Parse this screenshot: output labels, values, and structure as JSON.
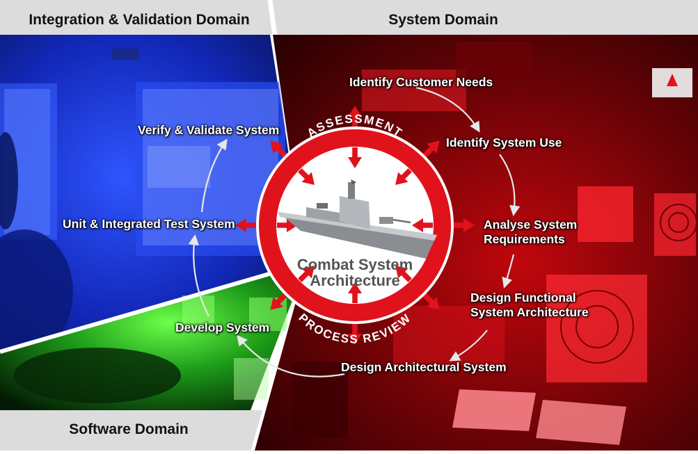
{
  "domains": {
    "integration": "Integration & Validation Domain",
    "system": "System Domain",
    "software": "Software Domain"
  },
  "steps": [
    "Identify Customer Needs",
    "Identify System Use",
    "Analyse System Requirements",
    "Design Functional System Architecture",
    "Design Architectural System",
    "Develop System",
    "Unit & Integrated Test System",
    "Verify & Validate System"
  ],
  "steps_display": {
    "analyse_line1": "Analyse System",
    "analyse_line2": "Requirements",
    "design_func_line1": "Design Functional",
    "design_func_line2": "System Architecture"
  },
  "ring": {
    "top_text": "ASSESSMENT",
    "bottom_text": "PROCESS REVIEW"
  },
  "center": {
    "line1": "Combat System",
    "line2": "Architecture"
  },
  "colors": {
    "ring_red": "#e0121c",
    "integration_blue": "#1a2fd6",
    "software_green": "#2fd12a",
    "system_red": "#b3050a",
    "header_band": "#d9d9d9"
  }
}
